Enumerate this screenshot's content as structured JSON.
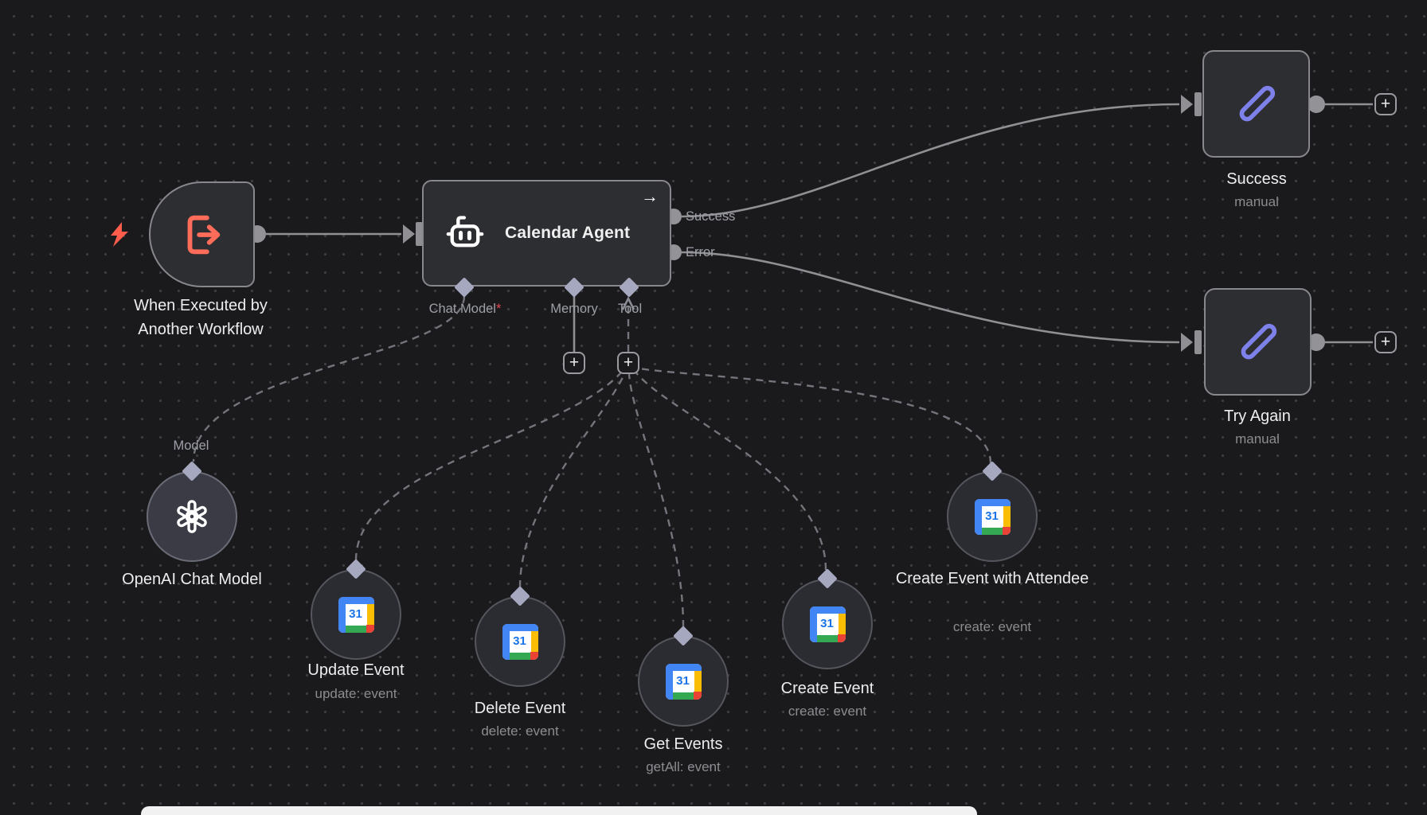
{
  "trigger": {
    "title_line1": "When Executed by",
    "title_line2": "Another Workflow"
  },
  "agent": {
    "title": "Calendar Agent",
    "header_arrow": "→",
    "output_success": "Success",
    "output_error": "Error",
    "port_chat_model": "Chat Model",
    "port_required_mark": "*",
    "port_memory": "Memory",
    "port_tool": "Tool",
    "model_port_label": "Model"
  },
  "sub_nodes": [
    {
      "title": "OpenAI Chat Model",
      "subtitle": ""
    },
    {
      "title": "Update Event",
      "subtitle": "update: event"
    },
    {
      "title": "Delete Event",
      "subtitle": "delete: event"
    },
    {
      "title": "Get Events",
      "subtitle": "getAll: event"
    },
    {
      "title": "Create Event",
      "subtitle": "create: event"
    },
    {
      "title": "Create Event with Attendee",
      "subtitle": "create: event"
    }
  ],
  "result_nodes": [
    {
      "title": "Success",
      "subtitle": "manual"
    },
    {
      "title": "Try Again",
      "subtitle": "manual"
    }
  ],
  "plus_button_label": "+",
  "calendar_icon_number": "31",
  "colors": {
    "accent_trigger": "#ff6d5a",
    "accent_pen": "#7e81ea",
    "required_mark": "#e5484d",
    "wire": "#8f8f94",
    "wire_dashed": "#74747c",
    "diamond": "#a6a8bf",
    "canvas_background": "#1a1a1d",
    "node_background": "#2d2e31",
    "node_border": "#87878d"
  }
}
